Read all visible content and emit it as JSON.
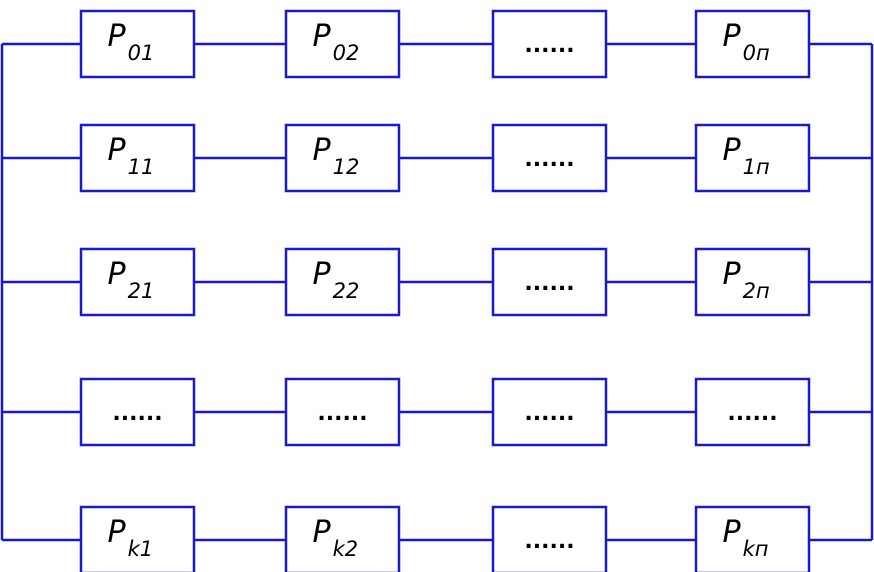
{
  "colors": {
    "line": "#1a1acc",
    "text": "#000000",
    "background": "#ffffff"
  },
  "rows": [
    {
      "cells": [
        {
          "base": "P",
          "sub": "01"
        },
        {
          "base": "P",
          "sub": "02"
        },
        {
          "dots": "......"
        },
        {
          "base": "P",
          "sub": "0п"
        }
      ]
    },
    {
      "cells": [
        {
          "base": "P",
          "sub": "11"
        },
        {
          "base": "P",
          "sub": "12"
        },
        {
          "dots": "......"
        },
        {
          "base": "P",
          "sub": "1п"
        }
      ]
    },
    {
      "cells": [
        {
          "base": "P",
          "sub": "21"
        },
        {
          "base": "P",
          "sub": "22"
        },
        {
          "dots": "......"
        },
        {
          "base": "P",
          "sub": "2п"
        }
      ]
    },
    {
      "cells": [
        {
          "dots": "......"
        },
        {
          "dots": "......"
        },
        {
          "dots": "......"
        },
        {
          "dots": "......"
        }
      ]
    },
    {
      "cells": [
        {
          "base": "P",
          "sub": "k1"
        },
        {
          "base": "P",
          "sub": "k2"
        },
        {
          "dots": "......"
        },
        {
          "base": "P",
          "sub": "kп"
        }
      ]
    }
  ]
}
